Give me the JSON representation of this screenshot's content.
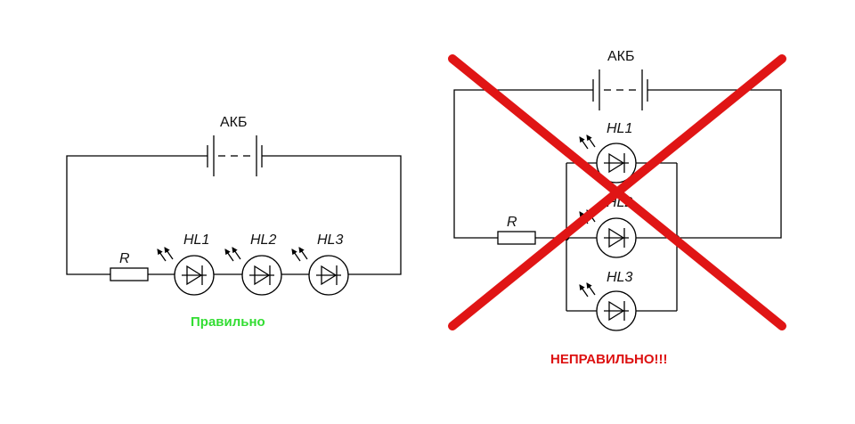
{
  "left_schematic": {
    "battery_label": "АКБ",
    "resistor_label": "R",
    "leds": [
      "HL1",
      "HL2",
      "HL3"
    ],
    "caption": "Правильно",
    "caption_color": "#33dd33"
  },
  "right_schematic": {
    "battery_label": "АКБ",
    "resistor_label": "R",
    "leds": [
      "HL1",
      "HL2",
      "HL3"
    ],
    "caption": "НЕПРАВИЛЬНО!!!",
    "caption_color": "#dd1111",
    "cross_color": "#e01515"
  }
}
